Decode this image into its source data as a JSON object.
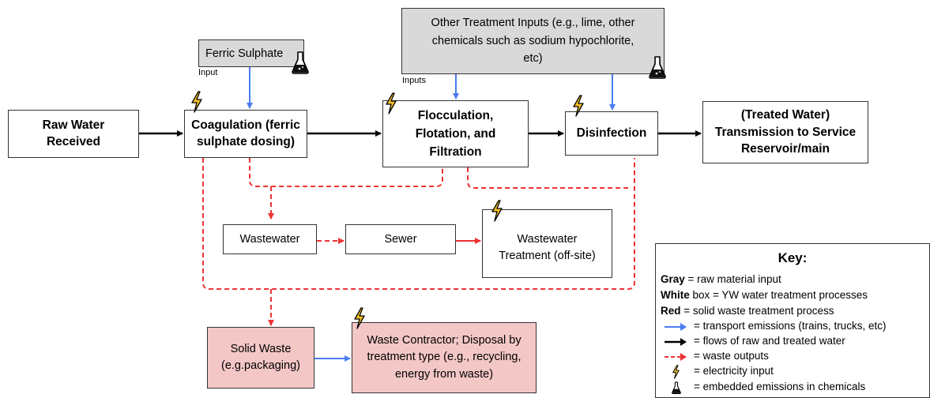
{
  "boxes": {
    "raw_water": "Raw Water\nReceived",
    "coagulation": "Coagulation (ferric\nsulphate dosing)",
    "flocculation": "Flocculation,\nFlotation, and\nFiltration",
    "disinfection": "Disinfection",
    "treated_water": "(Treated Water)\nTransmission to Service\nReservoir/main",
    "ferric": "Ferric Sulphate",
    "other_inputs": "Other Treatment Inputs (e.g., lime, other\nchemicals such as sodium hypochlorite,\netc)",
    "wastewater": "Wastewater",
    "sewer": "Sewer",
    "ww_treatment": "Wastewater\nTreatment (off-site)",
    "solid_waste": "Solid Waste\n(e.g.packaging)",
    "waste_contractor": "Waste Contractor; Disposal by\ntreatment type (e.g., recycling,\nenergy from waste)"
  },
  "labels": {
    "input": "Input",
    "inputs": "Inputs"
  },
  "key": {
    "title": "Key:",
    "gray_bold": "Gray",
    "gray_text": " = raw material input",
    "white_bold": "White",
    "white_text": " box = YW water treatment processes",
    "red_bold": "Red",
    "red_text": " = solid waste treatment process",
    "blue_arrow": "= transport emissions (trains, trucks, etc)",
    "black_arrow": "= flows of raw and treated water",
    "red_arrow": "= waste outputs",
    "electricity": "= electricity input",
    "flask": "= embedded emissions in chemicals"
  },
  "colors": {
    "gray": "#d9d9d9",
    "red_box": "#f4c7c7",
    "blue_arrow": "#4a7cf0",
    "red_arrow": "#ee3333",
    "bolt": "#f6c028"
  },
  "icons": [
    "lightning-bolt-icon",
    "flask-icon"
  ]
}
